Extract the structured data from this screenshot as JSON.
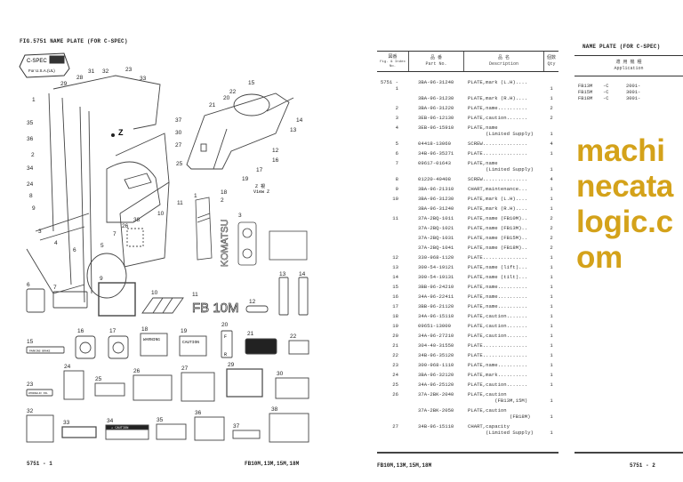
{
  "left_page": {
    "figure_title": "FIG.5751  NAME PLATE (FOR C-SPEC)",
    "cspec_badge": {
      "logo": "C-SPEC",
      "text": "For U.S.A.(UL)"
    },
    "view_label": [
      "Z 視",
      "View Z"
    ],
    "body_mark": "Z",
    "callouts": [
      "1",
      "2",
      "3",
      "4",
      "5",
      "6",
      "7",
      "8",
      "9",
      "10",
      "11",
      "12",
      "13",
      "14",
      "15",
      "16",
      "17",
      "18",
      "19",
      "20",
      "21",
      "22",
      "23",
      "24",
      "25",
      "26",
      "27",
      "28",
      "29",
      "30",
      "31",
      "32",
      "33",
      "34",
      "35",
      "36",
      "37",
      "38"
    ],
    "decal_texts": {
      "fb10m": "FB 10M",
      "warning": "WARNING",
      "caution": "CAUTION",
      "parking": "PARKING BRAKE",
      "hydraulic": "HYDRAULIC OIL",
      "caution34": "⚠ CAUTION",
      "f": "F",
      "r": "R",
      "komatsu": "KOMATSU"
    },
    "page_number": "5751 - 1",
    "models": "FB10M,13M,15M,18M"
  },
  "right_page": {
    "section_title": "NAME PLATE (FOR C-SPEC)",
    "columns": {
      "index": [
        "図番",
        "Fig. & Index No."
      ],
      "part_no": [
        "品 番",
        "Part No."
      ],
      "description": [
        "品 名",
        "Description"
      ],
      "qty": [
        "個数",
        "Qty"
      ],
      "application": [
        "適 用 機 種",
        "Application"
      ]
    },
    "rows": [
      {
        "idx": "5751 - 1",
        "part": "3BA-96-31240",
        "desc": "PLATE,mark (L.H)....",
        "qty": "1"
      },
      {
        "idx": "",
        "part": "3BA-96-31230",
        "desc": "PLATE,mark (R.H)....",
        "qty": "1"
      },
      {
        "idx": "2",
        "part": "3BA-96-31220",
        "desc": "PLATE,name..........",
        "qty": "2"
      },
      {
        "idx": "3",
        "part": "3EB-96-12130",
        "desc": "PLATE,caution.......",
        "qty": "2"
      },
      {
        "idx": "4",
        "part": "3EB-96-15910",
        "desc": "PLATE,name\n      (Limited Supply)",
        "qty": "1"
      },
      {
        "idx": "5",
        "part": "04418-13060",
        "desc": "SCREW...............",
        "qty": "4"
      },
      {
        "idx": "6",
        "part": "34B-96-35271",
        "desc": "PLATE...............",
        "qty": "1"
      },
      {
        "idx": "7",
        "part": "09617-01643",
        "desc": "PLATE,name\n      (Limited Supply)",
        "qty": "1"
      },
      {
        "idx": "8",
        "part": "01220-40408",
        "desc": "SCREW...............",
        "qty": "4"
      },
      {
        "idx": "9",
        "part": "3BA-96-21310",
        "desc": "CHART,maintenance...",
        "qty": "1"
      },
      {
        "idx": "10",
        "part": "3BA-96-31230",
        "desc": "PLATE,mark (L.H)....",
        "qty": "1"
      },
      {
        "idx": "",
        "part": "3BA-96-31240",
        "desc": "PLATE,mark (R.H)....",
        "qty": "1"
      },
      {
        "idx": "11",
        "part": "37A-2BQ-1011",
        "desc": "PLATE,name (FB10M)..",
        "qty": "2"
      },
      {
        "idx": "",
        "part": "37A-2BQ-1021",
        "desc": "PLATE,name (FB13M)..",
        "qty": "2"
      },
      {
        "idx": "",
        "part": "37A-2BQ-1031",
        "desc": "PLATE,name (FB15M)..",
        "qty": "2"
      },
      {
        "idx": "",
        "part": "37A-2BQ-1041",
        "desc": "PLATE,name (FB18M)..",
        "qty": "2"
      },
      {
        "idx": "12",
        "part": "330-968-1120",
        "desc": "PLATE...............",
        "qty": "1"
      },
      {
        "idx": "13",
        "part": "300-54-19121",
        "desc": "PLATE,name (lift)...",
        "qty": "1"
      },
      {
        "idx": "14",
        "part": "300-54-19131",
        "desc": "PLATE,name (tilt)...",
        "qty": "1"
      },
      {
        "idx": "15",
        "part": "3BB-96-24210",
        "desc": "PLATE,name..........",
        "qty": "1"
      },
      {
        "idx": "16",
        "part": "34A-96-22411",
        "desc": "PLATE,name..........",
        "qty": "1"
      },
      {
        "idx": "17",
        "part": "3BB-96-21120",
        "desc": "PLATE,name..........",
        "qty": "1"
      },
      {
        "idx": "18",
        "part": "34A-96-15110",
        "desc": "PLATE,caution.......",
        "qty": "1"
      },
      {
        "idx": "19",
        "part": "09651-13000",
        "desc": "PLATE,caution.......",
        "qty": "1"
      },
      {
        "idx": "20",
        "part": "34A-96-27210",
        "desc": "PLATE,caution.......",
        "qty": "1"
      },
      {
        "idx": "21",
        "part": "304-40-31550",
        "desc": "PLATE...............",
        "qty": "1"
      },
      {
        "idx": "22",
        "part": "34B-96-35120",
        "desc": "PLATE...............",
        "qty": "1"
      },
      {
        "idx": "23",
        "part": "300-968-1110",
        "desc": "PLATE,name..........",
        "qty": "1"
      },
      {
        "idx": "24",
        "part": "3BA-96-32120",
        "desc": "PLATE,mark..........",
        "qty": "1"
      },
      {
        "idx": "25",
        "part": "34A-96-25120",
        "desc": "PLATE,caution.......",
        "qty": "1"
      },
      {
        "idx": "26",
        "part": "37A-2BK-2040",
        "desc": "PLATE,caution\n         (FB13M,15M)",
        "qty": "1"
      },
      {
        "idx": "",
        "part": "37A-2BK-2050",
        "desc": "PLATE,caution\n              (FB18M)",
        "qty": "1"
      },
      {
        "idx": "27",
        "part": "34B-96-15110",
        "desc": "CHART,capacity\n      (Limited Supply)",
        "qty": "1"
      }
    ],
    "application": [
      {
        "model": "FB13M",
        "suffix": "-C",
        "serial": "2001-"
      },
      {
        "model": "FB15M",
        "suffix": "-C",
        "serial": "3001-"
      },
      {
        "model": "FB18M",
        "suffix": "-C",
        "serial": "3001-"
      }
    ],
    "models": "FB10M,13M,15M,18M",
    "page_number": "5751 - 2"
  },
  "watermark": "machinecatalogic.com",
  "colors": {
    "ink": "#222222",
    "watermark": "#d4a21a",
    "paper": "#ffffff"
  }
}
